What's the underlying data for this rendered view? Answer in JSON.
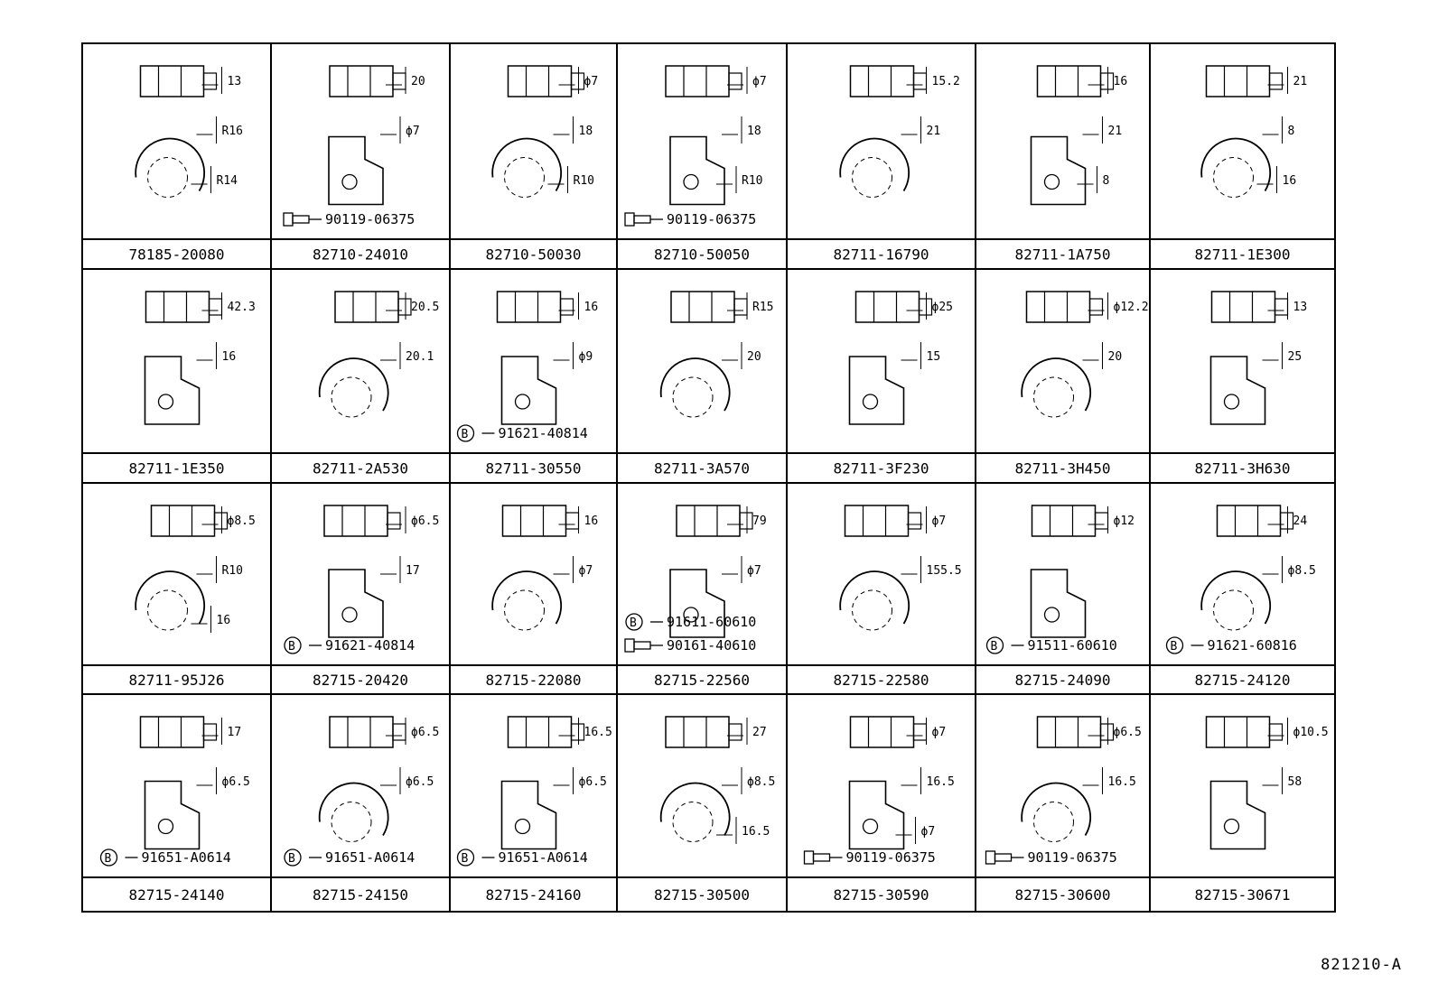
{
  "catalog_ref": "821210-A",
  "rows": [
    [
      {
        "part": "78185-20080",
        "dims": [
          "13",
          "R16",
          "R14"
        ],
        "hw": ""
      },
      {
        "part": "82710-24010",
        "dims": [
          "20",
          "ϕ7"
        ],
        "hw": "90119-06375"
      },
      {
        "part": "82710-50030",
        "dims": [
          "ϕ7",
          "18",
          "R10"
        ],
        "hw": ""
      },
      {
        "part": "82710-50050",
        "dims": [
          "ϕ7",
          "18",
          "R10"
        ],
        "hw": "90119-06375"
      },
      {
        "part": "82711-16790",
        "dims": [
          "15.2",
          "21"
        ],
        "hw": ""
      },
      {
        "part": "82711-1A750",
        "dims": [
          "16",
          "21",
          "8"
        ],
        "hw": ""
      },
      {
        "part": "82711-1E300",
        "dims": [
          "21",
          "8",
          "16"
        ],
        "hw": ""
      }
    ],
    [
      {
        "part": "82711-1E350",
        "dims": [
          "42.3",
          "16"
        ],
        "hw": ""
      },
      {
        "part": "82711-2A530",
        "dims": [
          "20.5",
          "20.1"
        ],
        "hw": ""
      },
      {
        "part": "82711-30550",
        "dims": [
          "16",
          "ϕ9"
        ],
        "hw": "91621-40814"
      },
      {
        "part": "82711-3A570",
        "dims": [
          "R15",
          "20"
        ],
        "hw": ""
      },
      {
        "part": "82711-3F230",
        "dims": [
          "ϕ25",
          "15"
        ],
        "hw": ""
      },
      {
        "part": "82711-3H450",
        "dims": [
          "ϕ12.2",
          "20"
        ],
        "hw": ""
      },
      {
        "part": "82711-3H630",
        "dims": [
          "13",
          "25"
        ],
        "hw": ""
      }
    ],
    [
      {
        "part": "82711-95J26",
        "dims": [
          "ϕ8.5",
          "R10",
          "16"
        ],
        "hw": ""
      },
      {
        "part": "82715-20420",
        "dims": [
          "ϕ6.5",
          "17"
        ],
        "hw": "91621-40814"
      },
      {
        "part": "82715-22080",
        "dims": [
          "16",
          "ϕ7"
        ],
        "hw": ""
      },
      {
        "part": "82715-22560",
        "dims": [
          "79",
          "ϕ7"
        ],
        "hw": "91611-60610",
        "hw2": "90161-40610"
      },
      {
        "part": "82715-22580",
        "dims": [
          "ϕ7",
          "155.5"
        ],
        "hw": ""
      },
      {
        "part": "82715-24090",
        "dims": [
          "ϕ12"
        ],
        "hw": "91511-60610"
      },
      {
        "part": "82715-24120",
        "dims": [
          "24",
          "ϕ8.5"
        ],
        "hw": "91621-60816"
      }
    ],
    [
      {
        "part": "82715-24140",
        "dims": [
          "17",
          "ϕ6.5"
        ],
        "hw": "91651-A0614"
      },
      {
        "part": "82715-24150",
        "dims": [
          "ϕ6.5",
          "ϕ6.5"
        ],
        "hw": "91651-A0614"
      },
      {
        "part": "82715-24160",
        "dims": [
          "16.5",
          "ϕ6.5"
        ],
        "hw": "91651-A0614"
      },
      {
        "part": "82715-30500",
        "dims": [
          "27",
          "ϕ8.5",
          "16.5"
        ],
        "hw": ""
      },
      {
        "part": "82715-30590",
        "dims": [
          "ϕ7",
          "16.5",
          "ϕ7"
        ],
        "hw": "90119-06375"
      },
      {
        "part": "82715-30600",
        "dims": [
          "ϕ6.5",
          "16.5"
        ],
        "hw": "90119-06375"
      },
      {
        "part": "82715-30671",
        "dims": [
          "ϕ10.5",
          "58"
        ],
        "hw": ""
      }
    ]
  ]
}
